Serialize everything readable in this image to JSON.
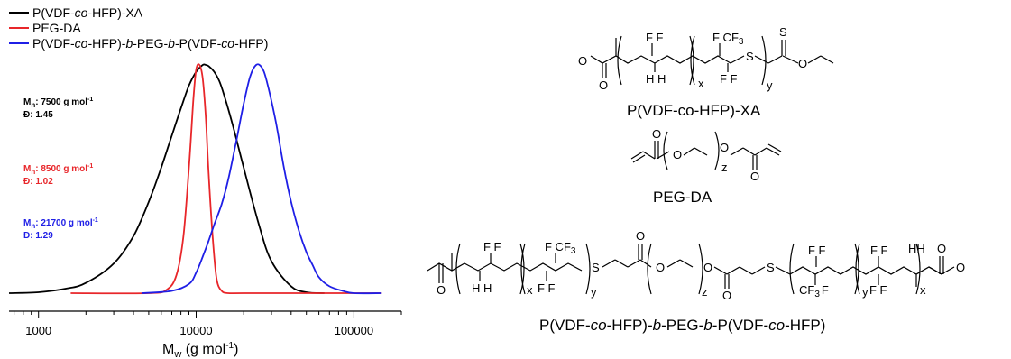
{
  "chart_data": {
    "type": "line",
    "x_scale": "log",
    "xlim": [
      650,
      200000
    ],
    "x_ticks": [
      1000,
      10000,
      100000
    ],
    "x_tick_labels": [
      "1000",
      "10000",
      "100000"
    ],
    "xlabel": "M",
    "xlabel_sub": "w",
    "xlabel_unit": " (g mol",
    "xlabel_unit_sup": "-1",
    "xlabel_close": ")",
    "ylabel": "",
    "grid": false,
    "legend_position": "top-left",
    "series": [
      {
        "key": "xa",
        "name": "P(VDF-co-HFP)-XA",
        "name_parts": [
          "P(VDF-",
          "co",
          "-HFP)-XA"
        ],
        "color": "#000000",
        "x": [
          650,
          1000,
          1500,
          2000,
          3000,
          4000,
          5000,
          6000,
          7000,
          8000,
          9000,
          10000,
          11000,
          11500,
          12000,
          13000,
          14000,
          15000,
          17000,
          20000,
          25000,
          30000,
          40000,
          50000,
          65000
        ],
        "y": [
          0.0,
          0.004,
          0.02,
          0.045,
          0.13,
          0.25,
          0.4,
          0.55,
          0.69,
          0.81,
          0.91,
          0.97,
          1.0,
          1.0,
          0.995,
          0.97,
          0.93,
          0.87,
          0.74,
          0.55,
          0.3,
          0.14,
          0.03,
          0.004,
          0.0
        ],
        "mn_label": "M",
        "mn_sub": "n",
        "mn_value": ": 7500 g mol",
        "mn_sup": "-1",
        "dispersity": "Đ: 1.45"
      },
      {
        "key": "pegda",
        "name": "PEG-DA",
        "name_parts": [
          "PEG-DA"
        ],
        "color": "#e8262a",
        "x": [
          1600,
          5000,
          6500,
          7500,
          8300,
          9000,
          9600,
          10000,
          10500,
          11000,
          11500,
          12000,
          12800,
          13500,
          14500,
          16000,
          20000,
          50000,
          100000,
          150000
        ],
        "y": [
          0.0,
          0.0,
          0.015,
          0.08,
          0.25,
          0.55,
          0.85,
          0.98,
          1.0,
          0.94,
          0.77,
          0.52,
          0.22,
          0.06,
          0.01,
          0.0,
          0.0,
          0.0,
          0.0,
          0.0
        ],
        "mn_label": "M",
        "mn_sub": "n",
        "mn_value": ": 8500 g mol",
        "mn_sup": "-1",
        "dispersity": "Đ: 1.02"
      },
      {
        "key": "block",
        "name": "P(VDF-co-HFP)-b-PEG-b-P(VDF-co-HFP)",
        "name_parts": [
          "P(VDF-",
          "co",
          "-HFP)-",
          "b",
          "-PEG-",
          "b",
          "-P(VDF-",
          "co",
          "-HFP)"
        ],
        "color": "#1f1fe6",
        "x": [
          4500,
          7000,
          9000,
          10000,
          11000,
          12000,
          13000,
          14500,
          16000,
          18000,
          20000,
          22000,
          24000,
          26000,
          28000,
          32000,
          36000,
          40000,
          45000,
          50000,
          55000,
          60000,
          70000,
          85000,
          100000,
          150000
        ],
        "y": [
          0.0,
          0.01,
          0.04,
          0.09,
          0.16,
          0.23,
          0.3,
          0.39,
          0.5,
          0.67,
          0.83,
          0.95,
          1.0,
          0.99,
          0.93,
          0.75,
          0.55,
          0.4,
          0.27,
          0.18,
          0.12,
          0.07,
          0.03,
          0.01,
          0.0,
          0.0
        ],
        "mn_label": "M",
        "mn_sub": "n",
        "mn_value": ": 21700 g mol",
        "mn_sup": "-1",
        "dispersity": "Đ: 1.29"
      }
    ]
  },
  "structures": {
    "s1_caption": "P(VDF-co-HFP)-XA",
    "s2_caption": "PEG-DA",
    "s3_caption_parts": [
      "P(VDF-",
      "co",
      "-HFP)-",
      "b",
      "-PEG-",
      "b",
      "-P(VDF-",
      "co",
      "-HFP)"
    ],
    "atom_O": "O",
    "atom_S": "S",
    "atom_F": "F",
    "atom_FF": "F F",
    "atom_HH": "H H",
    "atom_HH_tight": "HH",
    "atom_CF3": "CF",
    "atom_CF3_sub": "3",
    "atom_FCF3": "F CF",
    "atom_CF3F": "CF",
    "atom_CF3F_tail": "F",
    "idx_x": "x",
    "idx_y": "y",
    "idx_z": "z"
  }
}
